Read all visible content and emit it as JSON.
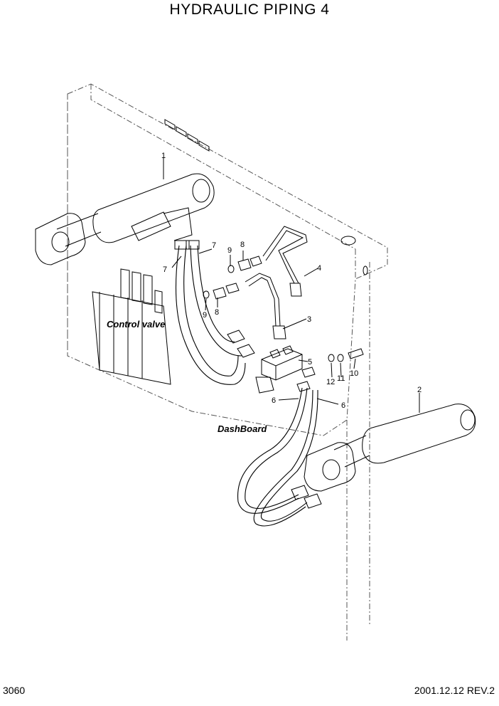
{
  "title": "HYDRAULIC PIPING 4",
  "page_number": "3060",
  "revision": "2001.12.12 REV.2",
  "notes": {
    "control_valve": "Control valve",
    "dashboard": "DashBoard"
  },
  "callouts": [
    "1",
    "2",
    "3",
    "4",
    "5",
    "6",
    "6",
    "7",
    "7",
    "8",
    "8",
    "9",
    "9",
    "10",
    "11",
    "12"
  ]
}
